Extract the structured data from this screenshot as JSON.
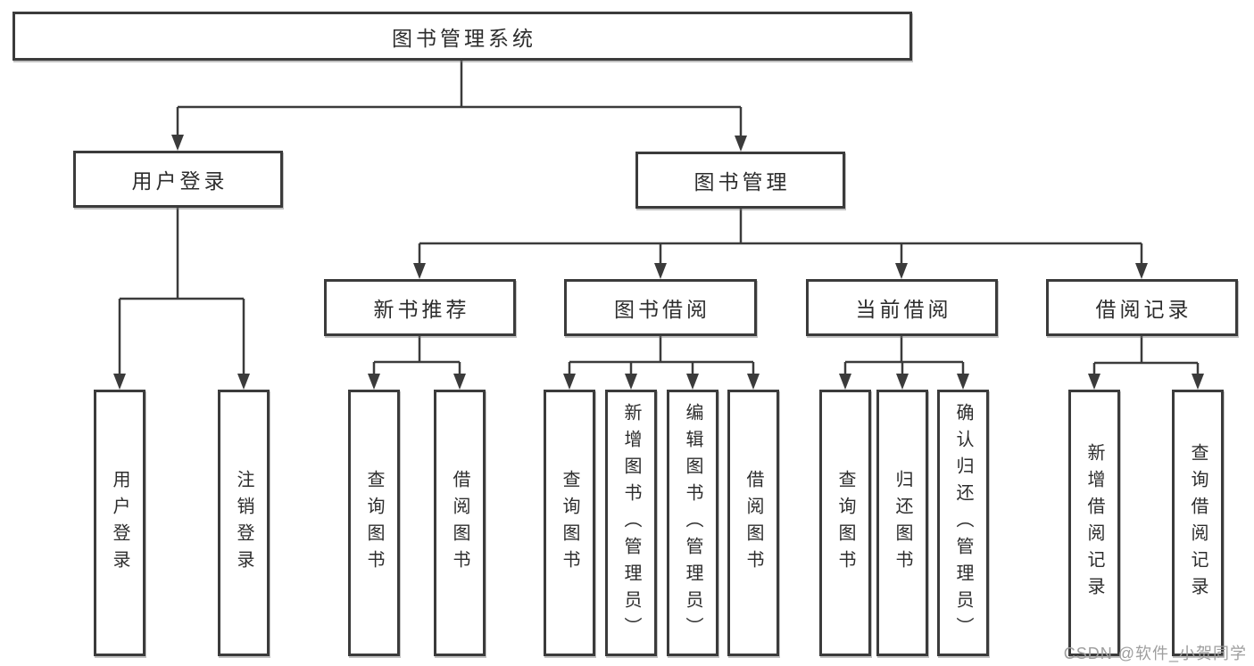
{
  "diagram": {
    "root": "图书管理系统",
    "user_login": {
      "label": "用户登录",
      "leaves": [
        "用户登录",
        "注销登录"
      ]
    },
    "book_mgmt": {
      "label": "图书管理",
      "groups": [
        {
          "label": "新书推荐",
          "leaves": [
            "查询图书",
            "借阅图书"
          ]
        },
        {
          "label": "图书借阅",
          "leaves": [
            "查询图书",
            "新增图书（管理员）",
            "编辑图书（管理员）",
            "借阅图书"
          ]
        },
        {
          "label": "当前借阅",
          "leaves": [
            "查询图书",
            "归还图书",
            "确认归还（管理员）"
          ]
        },
        {
          "label": "借阅记录",
          "leaves": [
            "新增借阅记录",
            "查询借阅记录"
          ]
        }
      ]
    },
    "colors": {
      "line": "#3b3b3b",
      "box_border": "#3b3b3b",
      "text": "#2d2d2d",
      "watermark": "#9e9e9e",
      "background": "#ffffff"
    }
  },
  "watermark": "CSDN @软件_小贺同学"
}
